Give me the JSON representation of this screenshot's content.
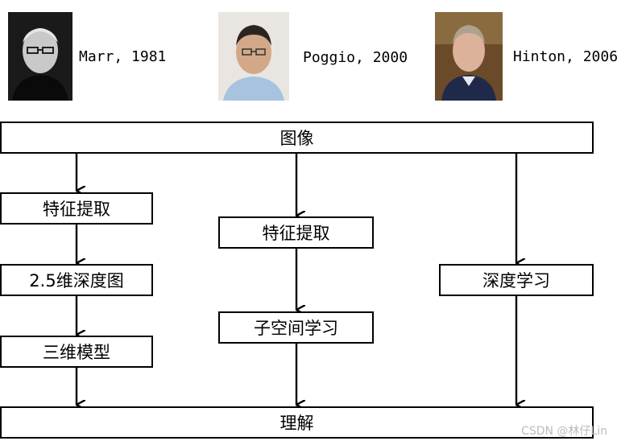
{
  "people": [
    {
      "name": "Marr, 1981"
    },
    {
      "name": "Poggio, 2000"
    },
    {
      "name": "Hinton, 2006"
    }
  ],
  "boxes": {
    "image": "图像",
    "feature_extraction_left": "特征提取",
    "depth_map_2_5d": "2.5维深度图",
    "model_3d": "三维模型",
    "feature_extraction_mid": "特征提取",
    "subspace_learning": "子空间学习",
    "deep_learning": "深度学习",
    "understanding": "理解"
  },
  "watermark": "CSDN @林仔Lin"
}
